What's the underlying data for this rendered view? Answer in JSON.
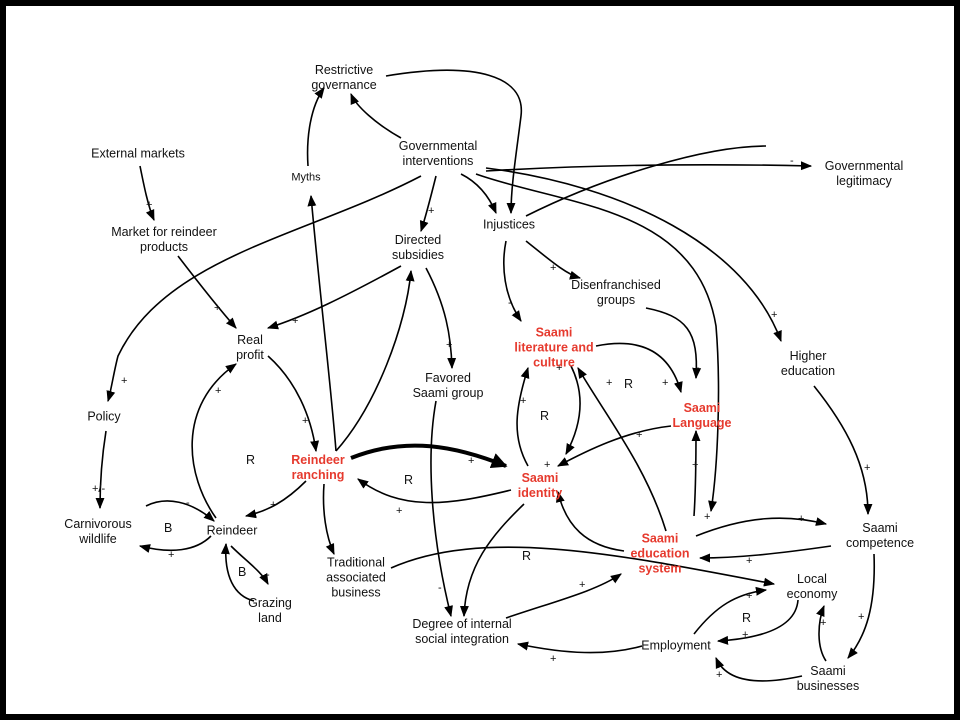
{
  "nodes": {
    "restrictive_governance": "Restrictive\ngovernance",
    "governmental_interventions": "Governmental\ninterventions",
    "external_markets": "External markets",
    "market_for_reindeer_products": "Market for reindeer\nproducts",
    "myths": "Myths",
    "governmental_legitimacy": "Governmental\nlegitimacy",
    "injustices": "Injustices",
    "directed_subsidies": "Directed\nsubsidies",
    "disenfranchised_groups": "Disenfranchised\ngroups",
    "real_profit": "Real\nprofit",
    "saami_literature_and_culture": "Saami\nliterature and\nculture",
    "higher_education": "Higher\neducation",
    "policy": "Policy",
    "favored_saami_group": "Favored\nSaami group",
    "saami_language": "Saami\nLanguage",
    "reindeer_ranching": "Reindeer\nranching",
    "saami_identity": "Saami\nidentity",
    "carnivorous_wildlife": "Carnivorous\nwildlife",
    "reindeer": "Reindeer",
    "saami_competence": "Saami\ncompetence",
    "saami_education_system": "Saami\neducation\nsystem",
    "traditional_associated_business": "Traditional\nassociated\nbusiness",
    "local_economy": "Local\neconomy",
    "grazing_land": "Grazing\nland",
    "degree_of_internal_social_integration": "Degree of internal\nsocial integration",
    "employment": "Employment",
    "saami_businesses": "Saami\nbusinesses"
  },
  "colors": {
    "background": "#000000",
    "slide": "#ffffff",
    "text": "#111111",
    "highlight": "#e63a2e"
  }
}
